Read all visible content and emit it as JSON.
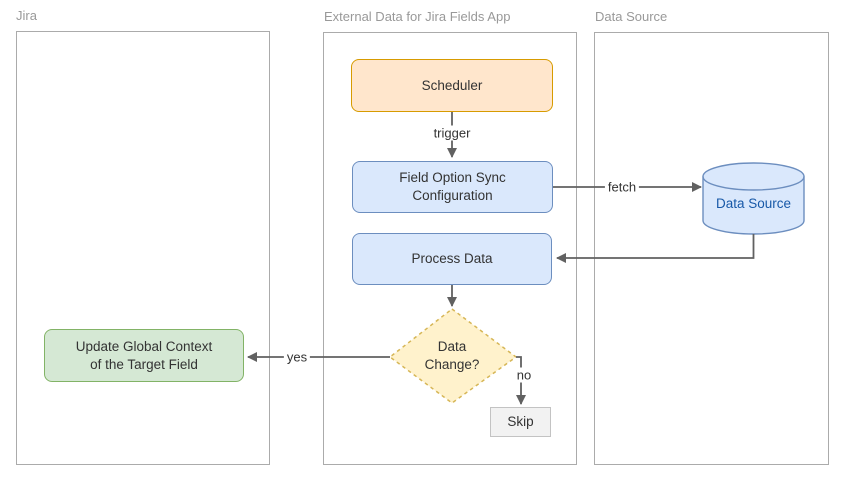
{
  "diagram": {
    "lanes": {
      "jira": {
        "label": "Jira"
      },
      "app": {
        "label": "External Data for Jira Fields App"
      },
      "datasource": {
        "label": "Data Source"
      }
    },
    "nodes": {
      "scheduler": {
        "label": "Scheduler",
        "type": "process",
        "fill": "#FFE6CC",
        "stroke": "#D79B00"
      },
      "field_option_sync": {
        "label": "Field Option Sync Configuration",
        "type": "process",
        "fill": "#DAE8FC",
        "stroke": "#6C8EBF"
      },
      "process_data": {
        "label": "Process Data",
        "type": "process",
        "fill": "#DAE8FC",
        "stroke": "#6C8EBF"
      },
      "data_change": {
        "label": "Data Change?",
        "type": "decision",
        "fill": "#FFF2CC",
        "stroke": "#D6B656",
        "border_style": "dashed"
      },
      "skip": {
        "label": "Skip",
        "type": "step",
        "fill": "#F2F2F2",
        "stroke": "#C3C3C3"
      },
      "update_global_context": {
        "label": "Update Global Context of the Target Field",
        "type": "process",
        "fill": "#D5E8D4",
        "stroke": "#82B366"
      },
      "data_source_db": {
        "label": "Data Source",
        "type": "database",
        "fill": "#DAE8FC",
        "stroke": "#6C8EBF",
        "text_color": "#1859A8"
      }
    },
    "edges": [
      {
        "from": "scheduler",
        "to": "field_option_sync",
        "label": "trigger"
      },
      {
        "from": "field_option_sync",
        "to": "data_source_db",
        "label": "fetch"
      },
      {
        "from": "data_source_db",
        "to": "process_data",
        "label": ""
      },
      {
        "from": "process_data",
        "to": "data_change",
        "label": ""
      },
      {
        "from": "data_change",
        "to": "update_global_context",
        "label": "yes"
      },
      {
        "from": "data_change",
        "to": "skip",
        "label": "no"
      }
    ],
    "colors": {
      "connector": "#616161",
      "lane_border": "#ABABAB",
      "lane_label": "#999999",
      "node_text": "#333333",
      "canvas_bg": "#FFFFFF"
    }
  }
}
